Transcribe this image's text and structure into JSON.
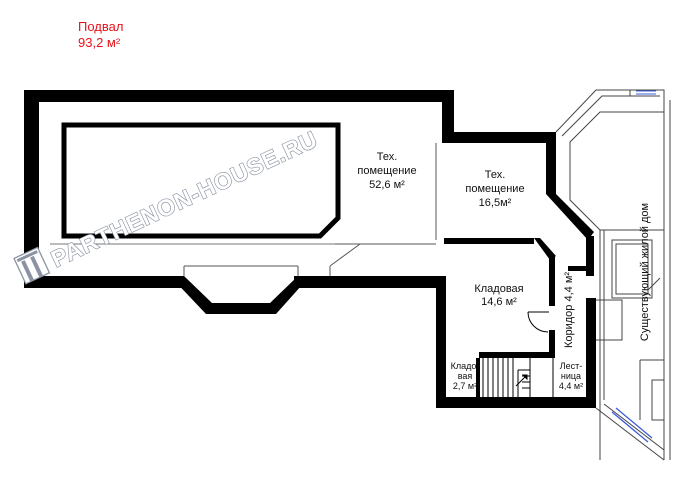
{
  "floor": {
    "name": "Подвал",
    "area": "93,2 м²"
  },
  "rooms": [
    {
      "name": "Тех.",
      "name2": "помещение",
      "area": "52,6 м²"
    },
    {
      "name": "Тех.",
      "name2": "помещение",
      "area": "16,5м²"
    },
    {
      "name": "Кладовая",
      "area": "14,6 м²"
    },
    {
      "name": "Кладо-",
      "name2": "вая",
      "area": "2,7 м²"
    },
    {
      "name": "Лест-",
      "name2": "ница",
      "area": "4,4 м²"
    },
    {
      "name": "Коридор 4,4 м²"
    }
  ],
  "existing_house": "Существующий жилой дом",
  "watermark": "PARTHENON-HOUSE.RU",
  "colors": {
    "title": "#e8121a",
    "wall": "#000000",
    "thin": "#555555",
    "glass": "#3b5bdb",
    "watermark": "#8b93a3"
  }
}
